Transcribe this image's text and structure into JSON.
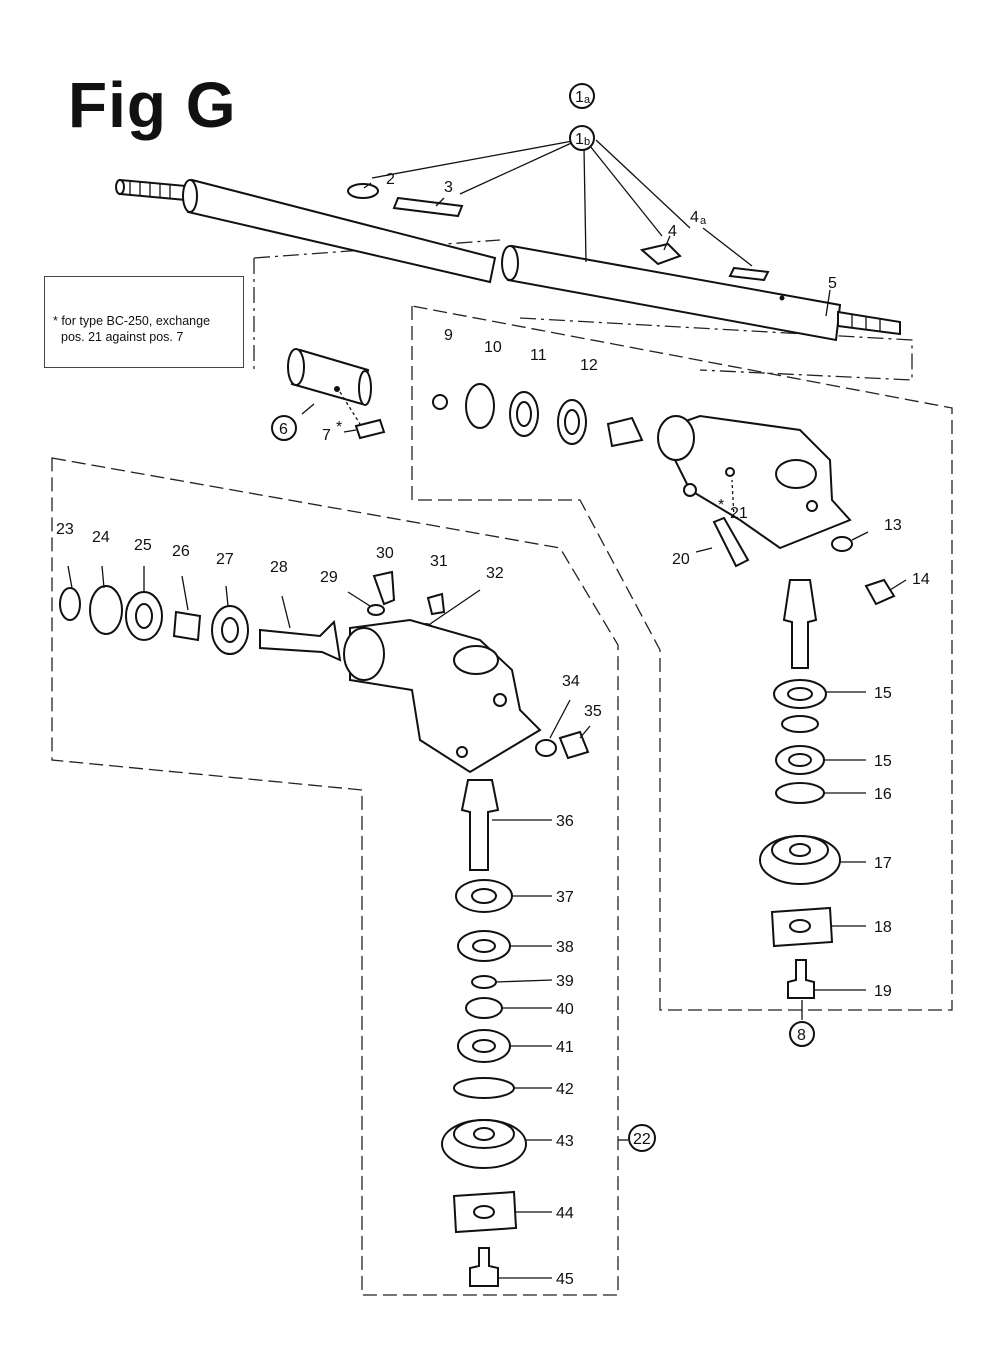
{
  "figure_title": "Fig G",
  "note": {
    "line1": "* for type BC-250, exchange",
    "line2": "pos. 21 against pos. 7"
  },
  "callouts": {
    "c1a": "1",
    "c1a_sub": "a",
    "c1b": "1",
    "c1b_sub": "b",
    "c6": "6",
    "c8": "8",
    "c22": "22"
  },
  "labels": {
    "l2": "2",
    "l3": "3",
    "l4": "4",
    "l4a": "4",
    "l4a_sub": "a",
    "l5": "5",
    "l7": "7",
    "l7star": "*",
    "l9": "9",
    "l10": "10",
    "l11": "11",
    "l12": "12",
    "l13": "13",
    "l14": "14",
    "l15a": "15",
    "l15b": "15",
    "l16": "16",
    "l17": "17",
    "l18": "18",
    "l19": "19",
    "l20": "20",
    "l21": "21",
    "l21star": "*",
    "l23": "23",
    "l24": "24",
    "l25": "25",
    "l26": "26",
    "l27": "27",
    "l28": "28",
    "l29": "29",
    "l30": "30",
    "l31": "31",
    "l32": "32",
    "l34": "34",
    "l35": "35",
    "l36": "36",
    "l37": "37",
    "l38": "38",
    "l39": "39",
    "l40": "40",
    "l41": "41",
    "l42": "42",
    "l43": "43",
    "l44": "44",
    "l45": "45"
  }
}
